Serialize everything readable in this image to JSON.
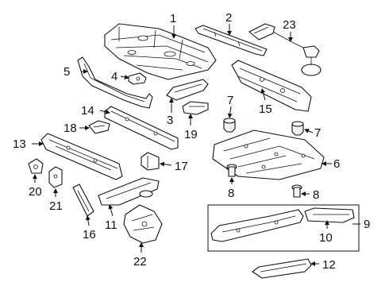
{
  "colors": {
    "line": "#111111",
    "background": "#ffffff"
  },
  "callouts": [
    {
      "id": "c1",
      "label": "1"
    },
    {
      "id": "c2",
      "label": "2"
    },
    {
      "id": "c3",
      "label": "3"
    },
    {
      "id": "c4",
      "label": "4"
    },
    {
      "id": "c5",
      "label": "5"
    },
    {
      "id": "c6",
      "label": "6"
    },
    {
      "id": "c7a",
      "label": "7"
    },
    {
      "id": "c7b",
      "label": "7"
    },
    {
      "id": "c8a",
      "label": "8"
    },
    {
      "id": "c8b",
      "label": "8"
    },
    {
      "id": "c9",
      "label": "9"
    },
    {
      "id": "c10",
      "label": "10"
    },
    {
      "id": "c11",
      "label": "11"
    },
    {
      "id": "c12",
      "label": "12"
    },
    {
      "id": "c13",
      "label": "13"
    },
    {
      "id": "c14",
      "label": "14"
    },
    {
      "id": "c15",
      "label": "15"
    },
    {
      "id": "c16",
      "label": "16"
    },
    {
      "id": "c17",
      "label": "17"
    },
    {
      "id": "c18",
      "label": "18"
    },
    {
      "id": "c19",
      "label": "19"
    },
    {
      "id": "c20",
      "label": "20"
    },
    {
      "id": "c21",
      "label": "21"
    },
    {
      "id": "c22",
      "label": "22"
    },
    {
      "id": "c23",
      "label": "23"
    }
  ]
}
